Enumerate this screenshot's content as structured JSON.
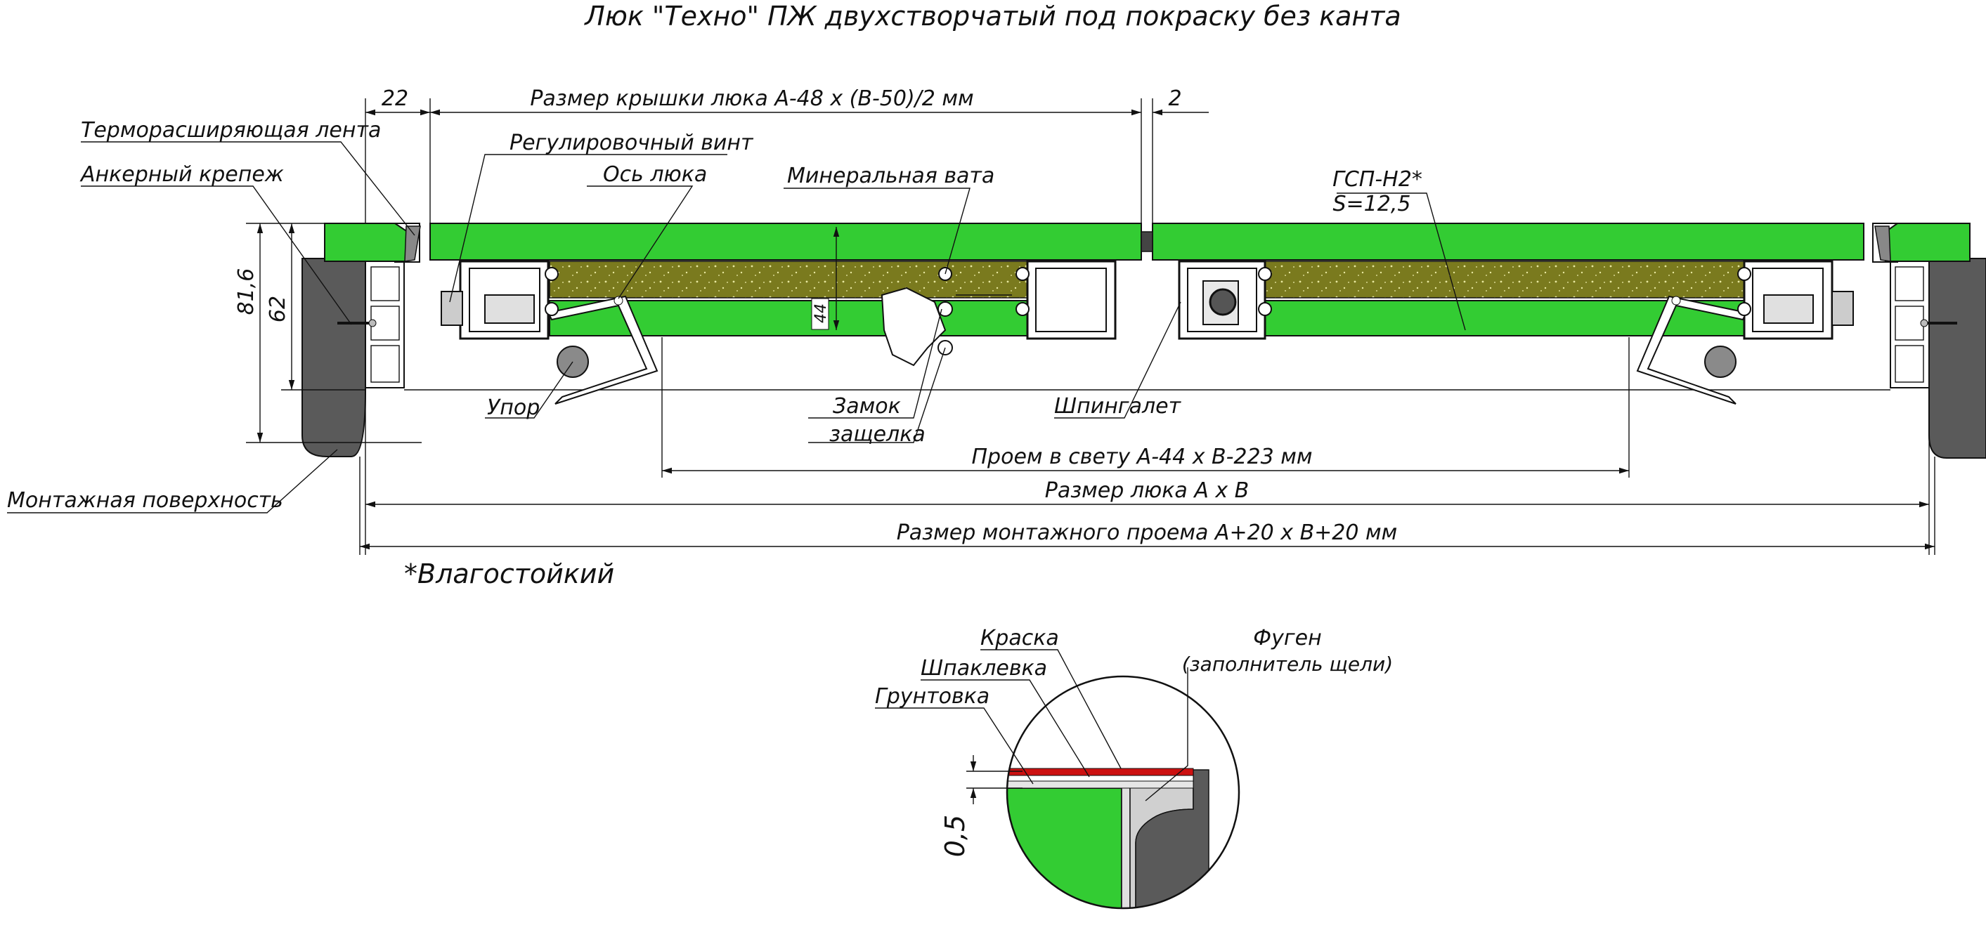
{
  "title": "Люк \"Техно\" ПЖ двухстворчатый под покраску без канта",
  "dimensions": {
    "d22": "22",
    "cover_size": "Размер крышки люка А-48 х (В-50)/2 мм",
    "d2": "2",
    "h816": "81,6",
    "h62": "62",
    "h44": "44",
    "clear_opening": "Проем в свету А-44 х В-223 мм",
    "hatch_size": "Размер люка А х В",
    "mount_opening": "Размер монтажного проема А+20 х В+20 мм",
    "d05": "0,5"
  },
  "labels": {
    "thermo_tape": "Терморасширяющая лента",
    "anchor": "Анкерный крепеж",
    "adjust_screw": "Регулировочный винт",
    "hatch_axis": "Ось люка",
    "mineral_wool": "Минеральная вата",
    "gsp_line1": "ГСП-Н2*",
    "gsp_line2": "S=12,5",
    "stop": "Упор",
    "lock_line1": "Замок",
    "lock_line2": "защелка",
    "bolt": "Шпингалет",
    "mount_surface": "Монтажная поверхность",
    "moisture_note": "*Влагостойкий"
  },
  "detail": {
    "paint": "Краска",
    "putty": "Шпаклевка",
    "primer": "Грунтовка",
    "fugen_line1": "Фуген",
    "fugen_line2": "(заполнитель щели)"
  },
  "colors": {
    "board_green": "#33cc33",
    "wool_olive": "#7a7a1e",
    "wall_gray": "#5a5a5a",
    "paint_red": "#cc1111",
    "frame_gray": "#d0d0d0"
  }
}
